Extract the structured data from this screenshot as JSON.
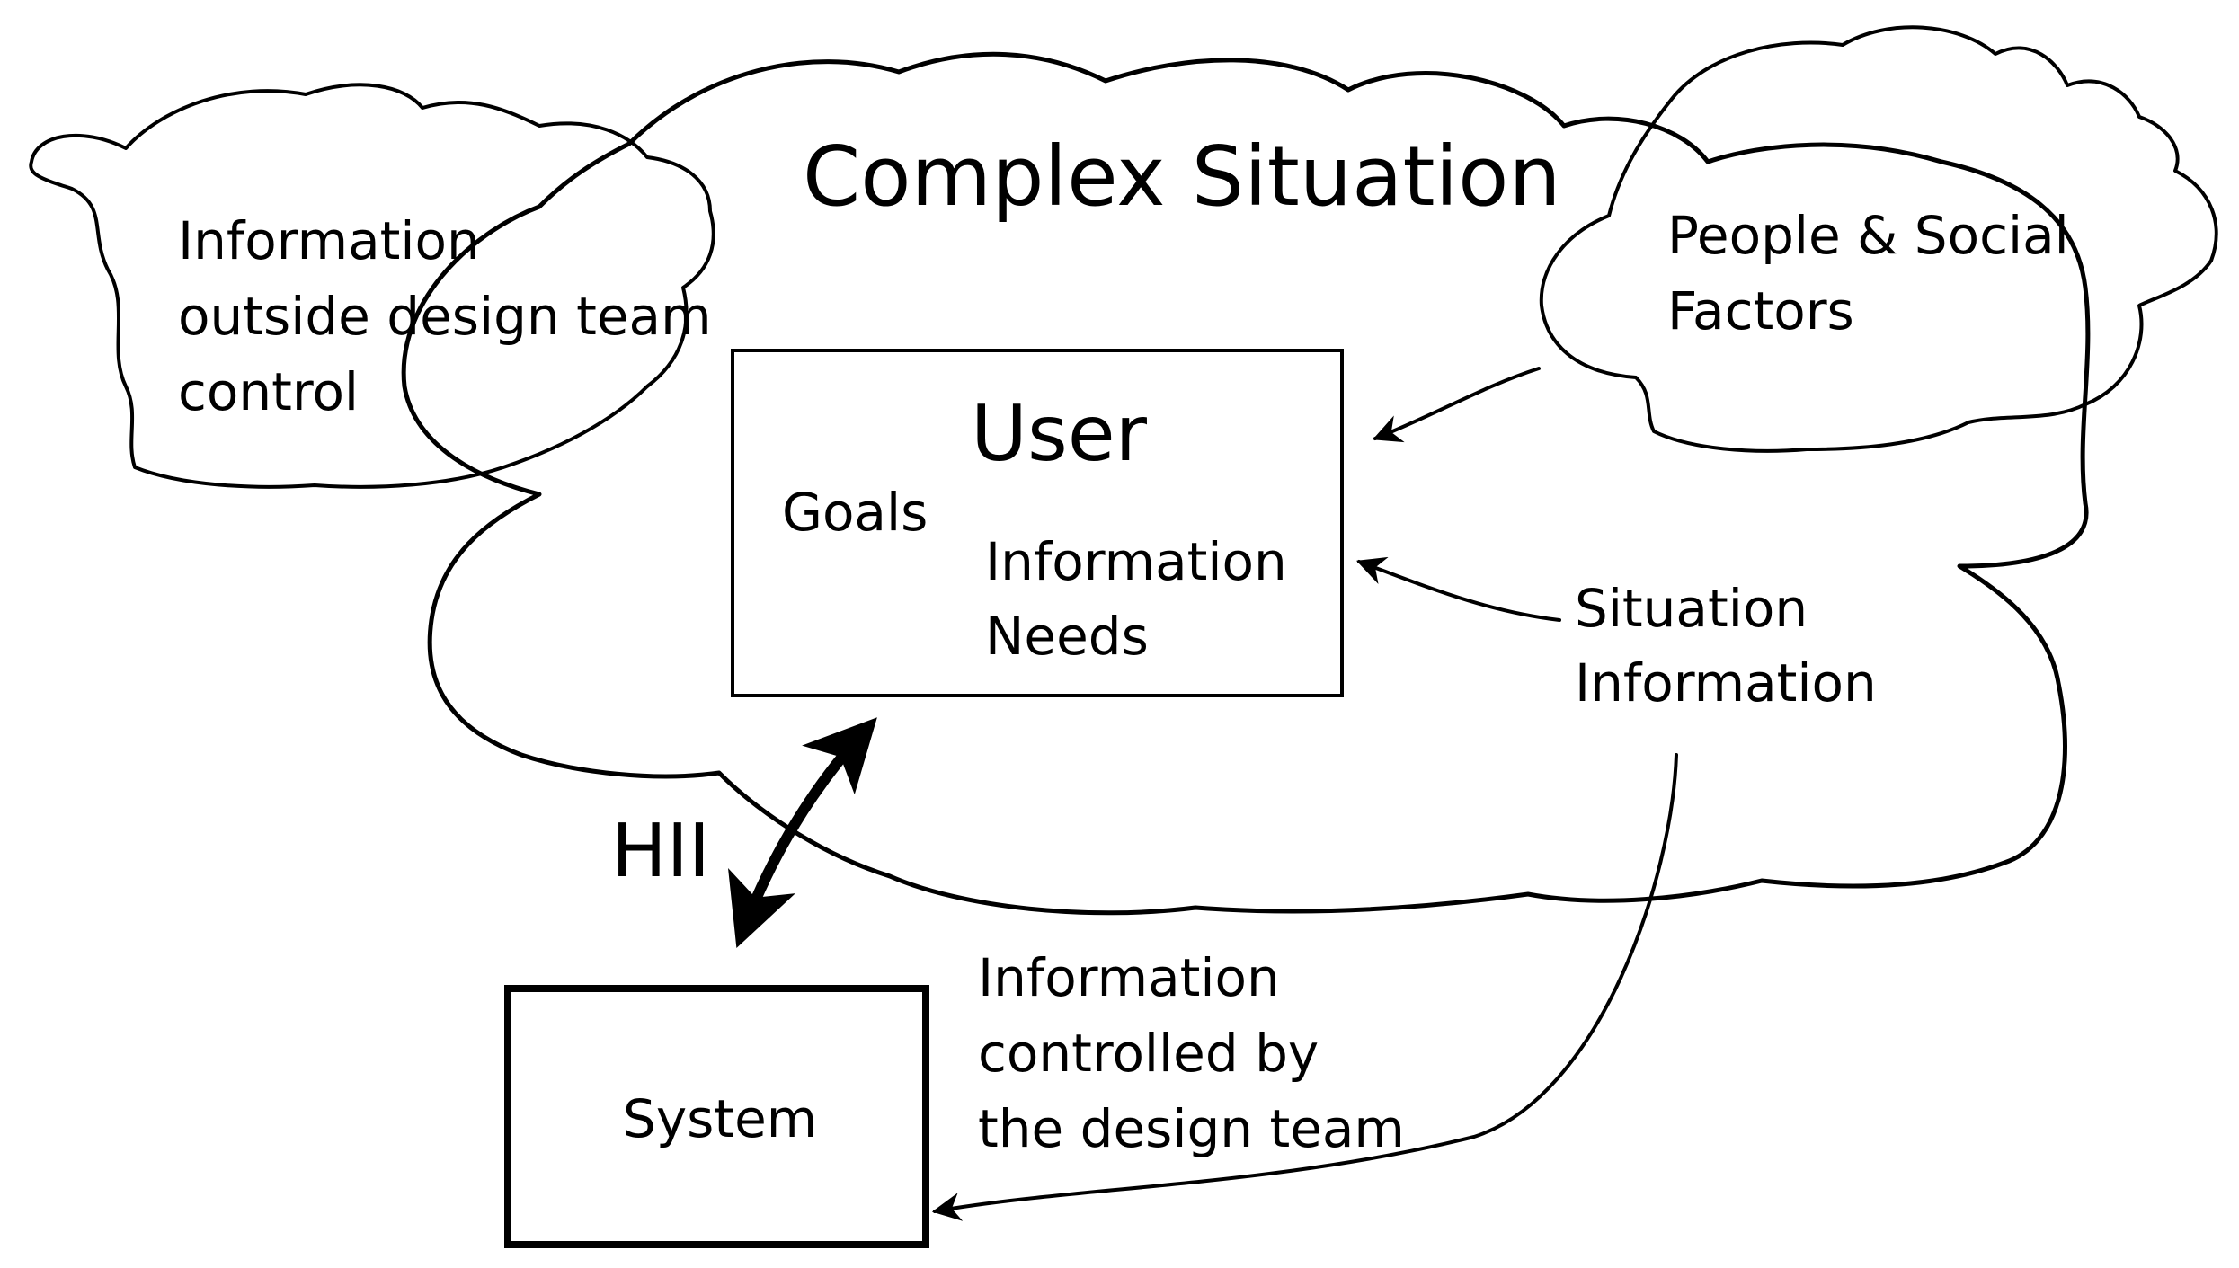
{
  "diagram": {
    "title": "Complex Situation",
    "external_info": [
      "Information",
      "outside design team",
      "control"
    ],
    "people": [
      "People & Social",
      "Factors"
    ],
    "user": {
      "title": "User",
      "goals": "Goals",
      "needs": [
        "Information",
        "Needs"
      ]
    },
    "situation_info": [
      "Situation",
      "Information"
    ],
    "hii": "HII",
    "system": "System",
    "controlled_info": [
      "Information",
      "controlled by",
      "the design team"
    ]
  }
}
